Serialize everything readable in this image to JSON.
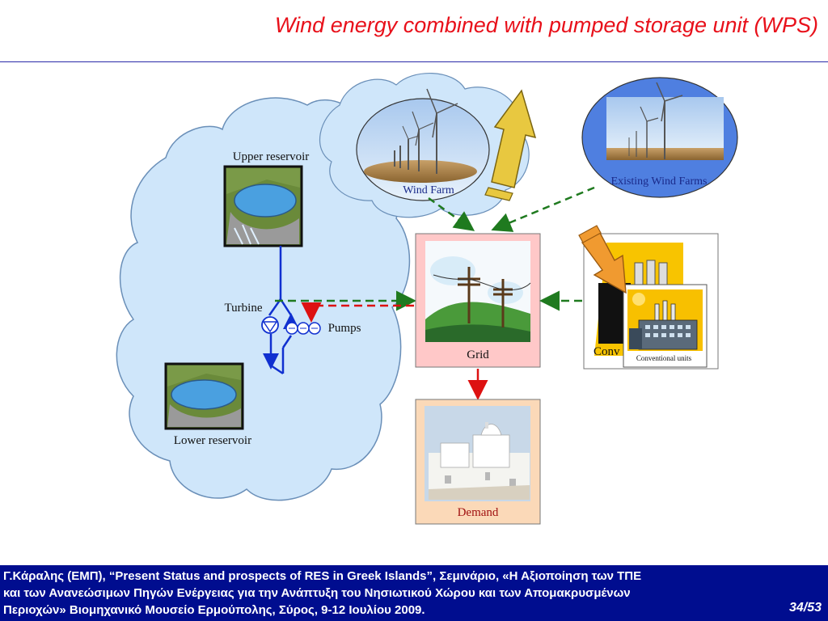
{
  "title": "Wind energy combined with pumped storage unit (WPS)",
  "labels": {
    "upper_reservoir": "Upper reservoir",
    "turbine": "Turbine",
    "pumps": "Pumps",
    "lower_reservoir": "Lower reservoir",
    "wind_farm": "Wind Farm",
    "existing_wind_farms": "Existing Wind Farms",
    "grid": "Grid",
    "demand": "Demand",
    "conventional_partial": "Conv",
    "conventional_units": "Conventional units"
  },
  "footer": {
    "citation_line1": "Γ.Κάραλης (ΕΜΠ), “Present Status and prospects of RES in Greek Islands”, Σεμινάριο,  «Η Αξιοποίηση των ΤΠΕ",
    "citation_line2": "και των Ανανεώσιμων Πηγών Ενέργειας για την Ανάπτυξη του Νησιωτικού Χώρου και των Απομακρυσμένων",
    "citation_line3": "Περιοχών» Βιομηχανικό Μουσείο Ερμούπολης, Σύρος, 9-12 Ιουλίου 2009.",
    "page": "34/53"
  },
  "colors": {
    "title": "#e8101a",
    "footer_bg": "#000d8f",
    "cloud_fill": "#cfe6fa",
    "grid_box": "#ffc8c8",
    "demand_box": "#fbd9b8",
    "green_arrow": "#1f7a1f",
    "red_arrow": "#dd1111",
    "blue_pipe": "#1030d0",
    "label_blue": "#1a2a8a",
    "label_red": "#a01010"
  }
}
